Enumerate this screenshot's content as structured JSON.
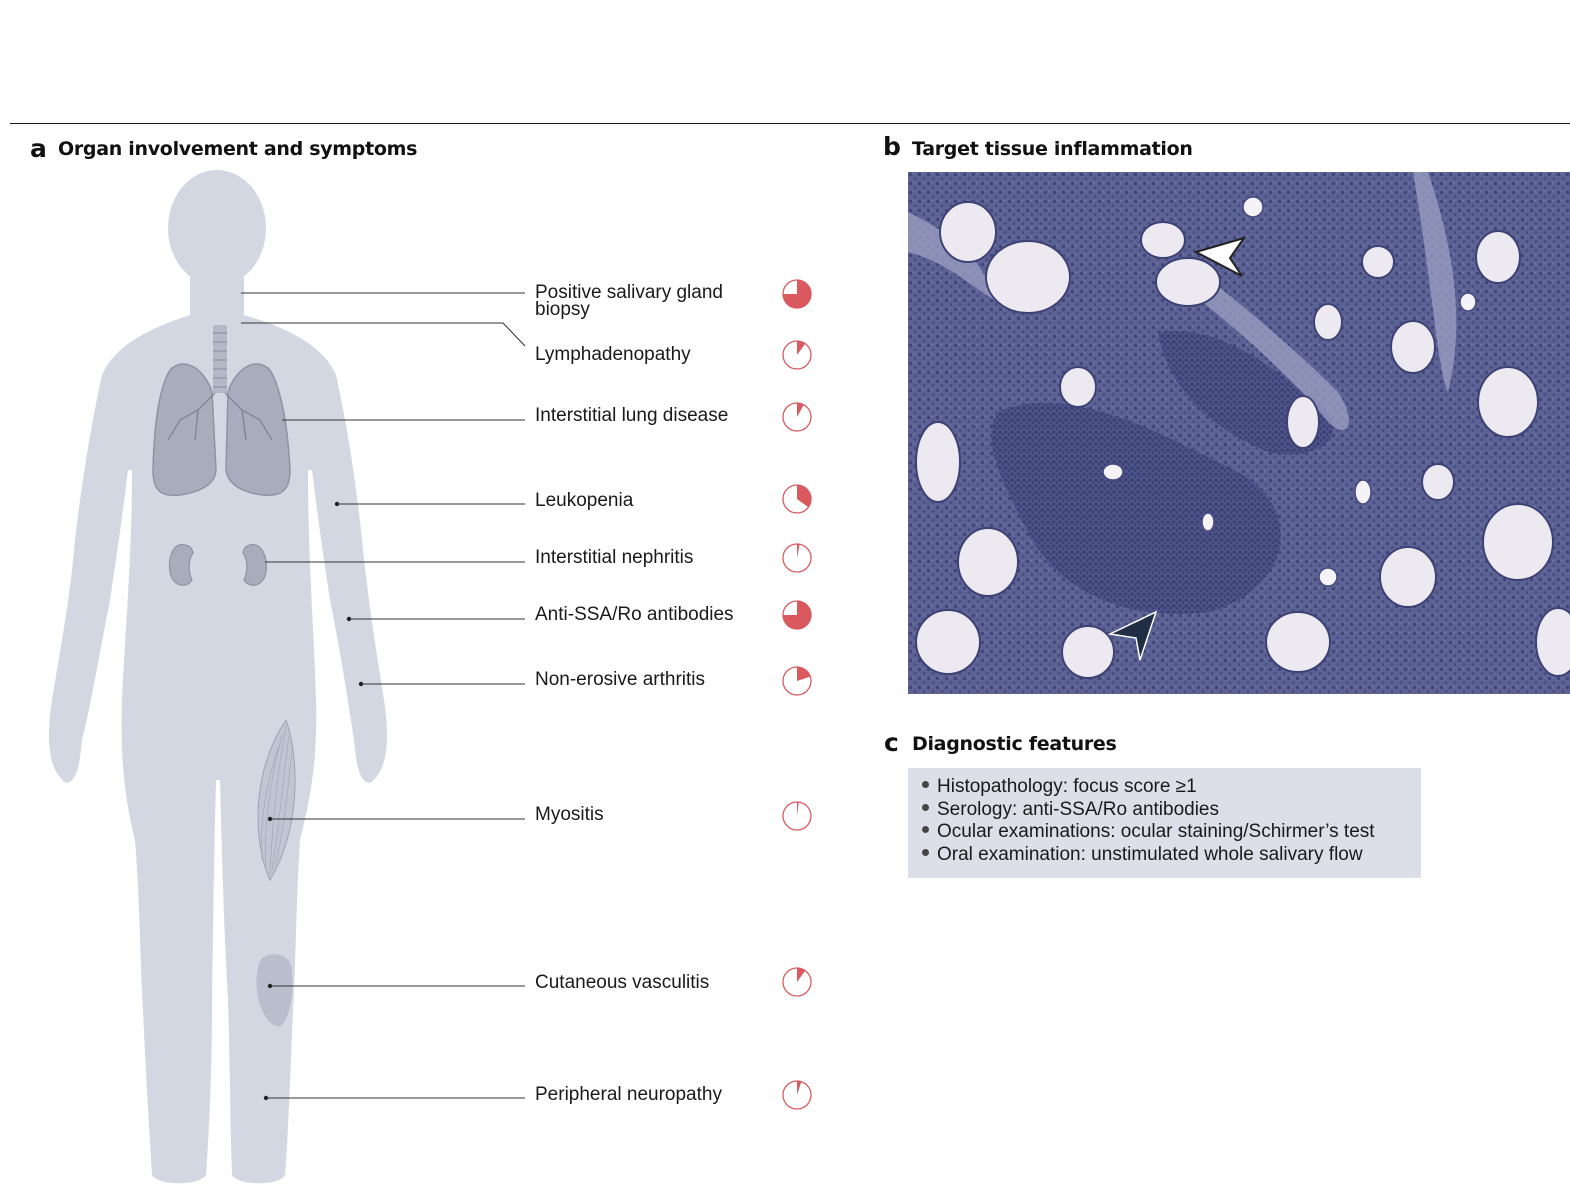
{
  "panel_a": {
    "letter": "a",
    "title": "Organ involvement and symptoms",
    "features": [
      {
        "label": "Positive salivary gland biopsy",
        "fraction": 0.75
      },
      {
        "label": "Lymphadenopathy",
        "fraction": 0.1
      },
      {
        "label": "Interstitial lung disease",
        "fraction": 0.08
      },
      {
        "label": "Leukopenia",
        "fraction": 0.35
      },
      {
        "label": "Interstitial nephritis",
        "fraction": 0.03
      },
      {
        "label": "Anti-SSA/Ro antibodies",
        "fraction": 0.75
      },
      {
        "label": "Non-erosive arthritis",
        "fraction": 0.2
      },
      {
        "label": "Myositis",
        "fraction": 0.02
      },
      {
        "label": "Cutaneous vasculitis",
        "fraction": 0.1
      },
      {
        "label": "Peripheral neuropathy",
        "fraction": 0.05
      }
    ]
  },
  "panel_b": {
    "letter": "b",
    "title": "Target tissue inflammation"
  },
  "panel_c": {
    "letter": "c",
    "title": "Diagnostic features",
    "items": [
      "Histopathology: focus score ≥1",
      "Serology: anti-SSA/Ro antibodies",
      "Ocular examinations: ocular staining/Schirmer’s test",
      "Oral examination: unstimulated whole salivary flow"
    ]
  },
  "colors": {
    "pie_fill": "#d9595e",
    "pie_outline": "#d9595e",
    "body_silhouette": "#d3d7e2",
    "tissue_background": "#5d6294",
    "box_background": "#dcdfe8"
  }
}
